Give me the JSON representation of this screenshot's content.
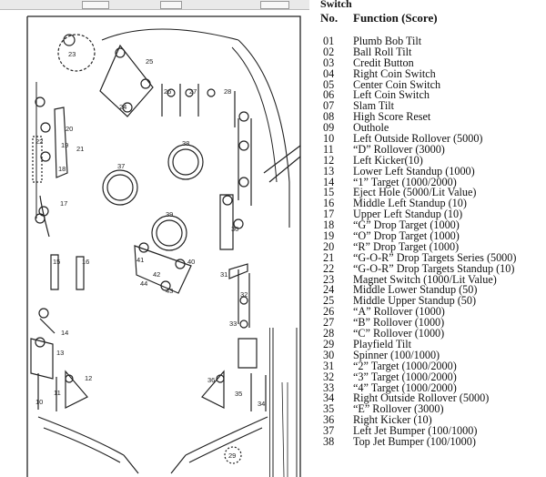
{
  "header": {
    "switch_label": "Switch",
    "no_label": "No.",
    "function_label": "Function (Score)"
  },
  "switches": [
    {
      "no": "01",
      "fn": "Plumb Bob Tilt"
    },
    {
      "no": "02",
      "fn": "Ball Roll Tilt"
    },
    {
      "no": "03",
      "fn": "Credit Button"
    },
    {
      "no": "04",
      "fn": "Right Coin Switch"
    },
    {
      "no": "05",
      "fn": "Center Coin Switch"
    },
    {
      "no": "06",
      "fn": "Left Coin Switch"
    },
    {
      "no": "07",
      "fn": "Slam Tilt"
    },
    {
      "no": "08",
      "fn": "High Score Reset"
    },
    {
      "no": "09",
      "fn": "Outhole"
    },
    {
      "no": "10",
      "fn": "Left Outside Rollover (5000)"
    },
    {
      "no": "11",
      "fn": "“D” Rollover (3000)"
    },
    {
      "no": "12",
      "fn": "Left Kicker(10)"
    },
    {
      "no": "13",
      "fn": "Lower Left Standup (1000)"
    },
    {
      "no": "14",
      "fn": "“1” Target (1000/2000)"
    },
    {
      "no": "15",
      "fn": "Eject Hole (5000/Lit Value)"
    },
    {
      "no": "16",
      "fn": "Middle Left Standup (10)"
    },
    {
      "no": "17",
      "fn": "Upper Left Standup (10)"
    },
    {
      "no": "18",
      "fn": "“G” Drop Target (1000)"
    },
    {
      "no": "19",
      "fn": "“O” Drop Target (1000)"
    },
    {
      "no": "20",
      "fn": "“R” Drop Target (1000)"
    },
    {
      "no": "21",
      "fn": "“G-O-R” Drop Targets Series (5000)"
    },
    {
      "no": "22",
      "fn": "“G-O-R” Drop Targets Standup (10)"
    },
    {
      "no": "23",
      "fn": "Magnet Switch (1000/Lit Value)"
    },
    {
      "no": "24",
      "fn": "Middle Lower Standup (50)"
    },
    {
      "no": "25",
      "fn": "Middle Upper Standup (50)"
    },
    {
      "no": "26",
      "fn": "“A” Rollover (1000)"
    },
    {
      "no": "27",
      "fn": "“B” Rollover (1000)"
    },
    {
      "no": "28",
      "fn": "“C” Rollover (1000)"
    },
    {
      "no": "29",
      "fn": "Playfield Tilt"
    },
    {
      "no": "30",
      "fn": "Spinner (100/1000)"
    },
    {
      "no": "31",
      "fn": "“2” Target (1000/2000)"
    },
    {
      "no": "32",
      "fn": "“3” Target (1000/2000)"
    },
    {
      "no": "33",
      "fn": "“4” Target (1000/2000)"
    },
    {
      "no": "34",
      "fn": "Right Outside Rollover (5000)"
    },
    {
      "no": "35",
      "fn": "“E” Rollover (3000)"
    },
    {
      "no": "36",
      "fn": "Right Kicker (10)"
    },
    {
      "no": "37",
      "fn": "Left Jet Bumper (100/1000)"
    },
    {
      "no": "38",
      "fn": "Top Jet Bumper (100/1000)"
    }
  ],
  "diagram": {
    "callouts": [
      "10",
      "11",
      "12",
      "13",
      "14",
      "15",
      "16",
      "17",
      "18",
      "19",
      "20",
      "21",
      "22",
      "23",
      "24",
      "25",
      "26",
      "27",
      "28",
      "29",
      "30",
      "31",
      "32",
      "33",
      "34",
      "35",
      "36",
      "37",
      "38",
      "39",
      "40",
      "41",
      "42",
      "43",
      "44"
    ]
  }
}
